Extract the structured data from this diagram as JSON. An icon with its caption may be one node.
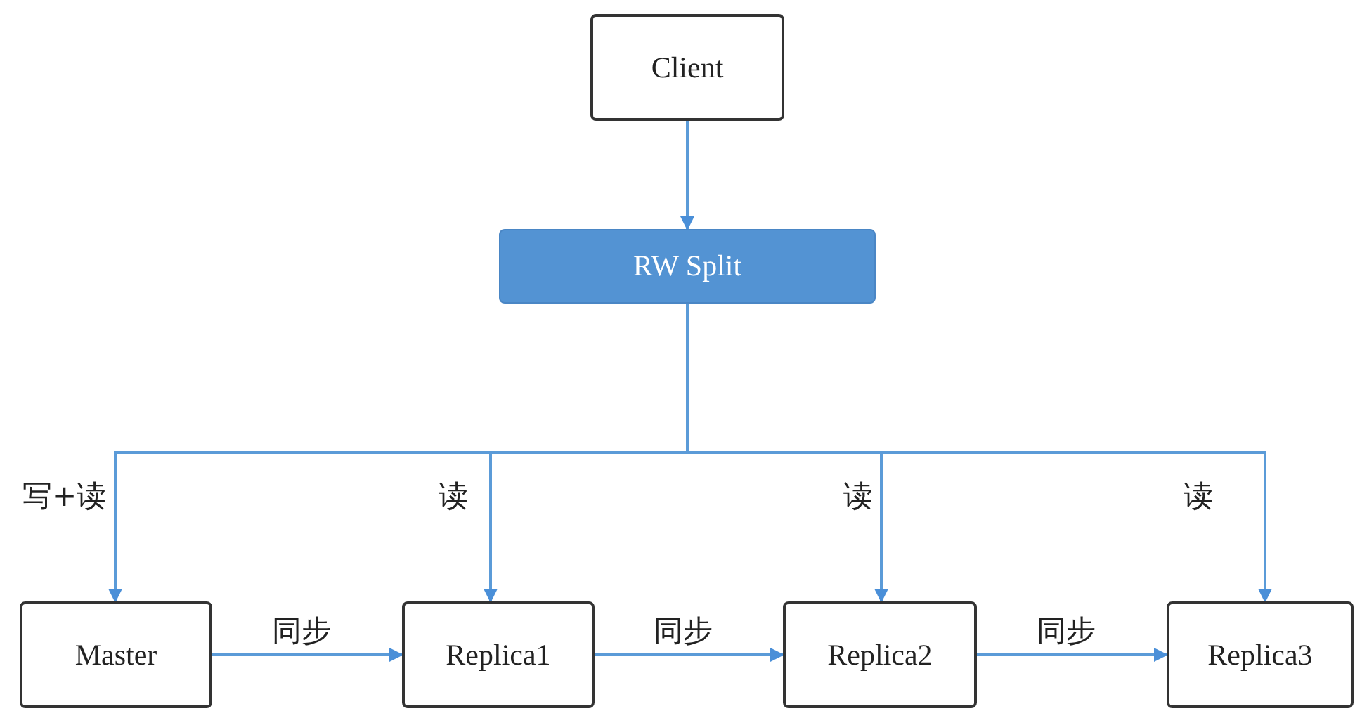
{
  "diagram": {
    "nodes": [
      {
        "text": [
          "Client"
        ]
      },
      {
        "text": [
          "RW Split"
        ]
      },
      {
        "text": [
          "Master"
        ]
      },
      {
        "text": [
          "Replica1"
        ]
      },
      {
        "text": [
          "Replica2"
        ]
      },
      {
        "text": [
          "Replica3"
        ]
      }
    ],
    "edges": [
      {
        "from": 0,
        "to": 1,
        "arrow": "to"
      },
      {
        "from": 1,
        "to": 2,
        "arrow": "to",
        "label": "写+读"
      },
      {
        "from": 1,
        "to": 3,
        "arrow": "to",
        "label": "读"
      },
      {
        "from": 1,
        "to": 4,
        "arrow": "to",
        "label": "读"
      },
      {
        "from": 1,
        "to": 5,
        "arrow": "to",
        "label": "读"
      },
      {
        "from": 2,
        "to": 3,
        "arrow": "to",
        "label": "同步"
      },
      {
        "from": 3,
        "to": 4,
        "arrow": "to",
        "label": "同步"
      },
      {
        "from": 4,
        "to": 5,
        "arrow": "to",
        "label": "同步"
      }
    ]
  }
}
